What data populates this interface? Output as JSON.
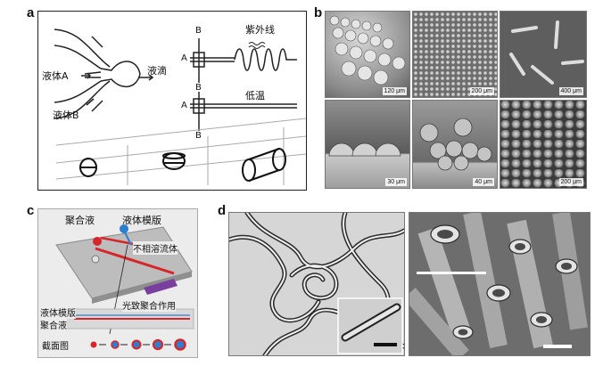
{
  "panels": {
    "a": {
      "label": "a",
      "liquid_a": "液体A",
      "liquid_b": "液体B",
      "droplet": "液滴",
      "uv": "紫外线",
      "low_temp": "低温",
      "axis_a1": "A",
      "axis_b1_top": "B",
      "axis_b1_bottom": "B",
      "axis_a2": "A",
      "axis_b2_top": "B",
      "axis_b2_bottom": "B"
    },
    "b": {
      "label": "b",
      "scale_bars": [
        "120 μm",
        "200 μm",
        "400 μm",
        "30 μm",
        "40 μm",
        "200 μm"
      ]
    },
    "c": {
      "label": "c",
      "polymer_liquid": "聚合液",
      "liquid_template": "液体模版",
      "immiscible_fluid": "不相溶流体",
      "photopolymerization": "光致聚合作用",
      "liquid_template_2": "液体模版",
      "polymer_liquid_2": "聚合液",
      "cross_section": "截面图"
    },
    "d": {
      "label": "d"
    }
  },
  "colors": {
    "red_channel": "#d7262a",
    "blue_template": "#2f7fd1",
    "purple_lamp": "#7a3f9e",
    "gray_chip": "#9a9a9a"
  }
}
